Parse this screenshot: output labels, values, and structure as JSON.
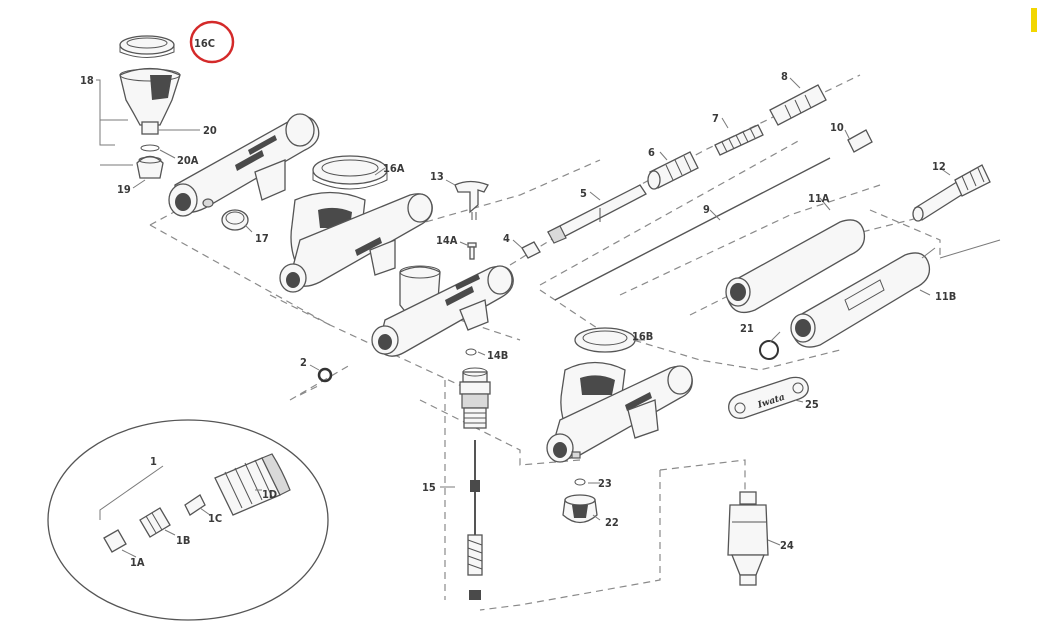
{
  "diagram": {
    "labels": [
      "1",
      "1A",
      "1B",
      "1C",
      "1D",
      "2",
      "4",
      "5",
      "6",
      "7",
      "8",
      "9",
      "10",
      "11A",
      "11B",
      "12",
      "13",
      "14A",
      "14B",
      "15",
      "16A",
      "16B",
      "16C",
      "17",
      "18",
      "19",
      "20",
      "20A",
      "21",
      "22",
      "23",
      "24",
      "25"
    ],
    "wrench_text": "Iwata",
    "highlight_color": "#d42a2a",
    "accent_mark_color": "#f2d600"
  }
}
